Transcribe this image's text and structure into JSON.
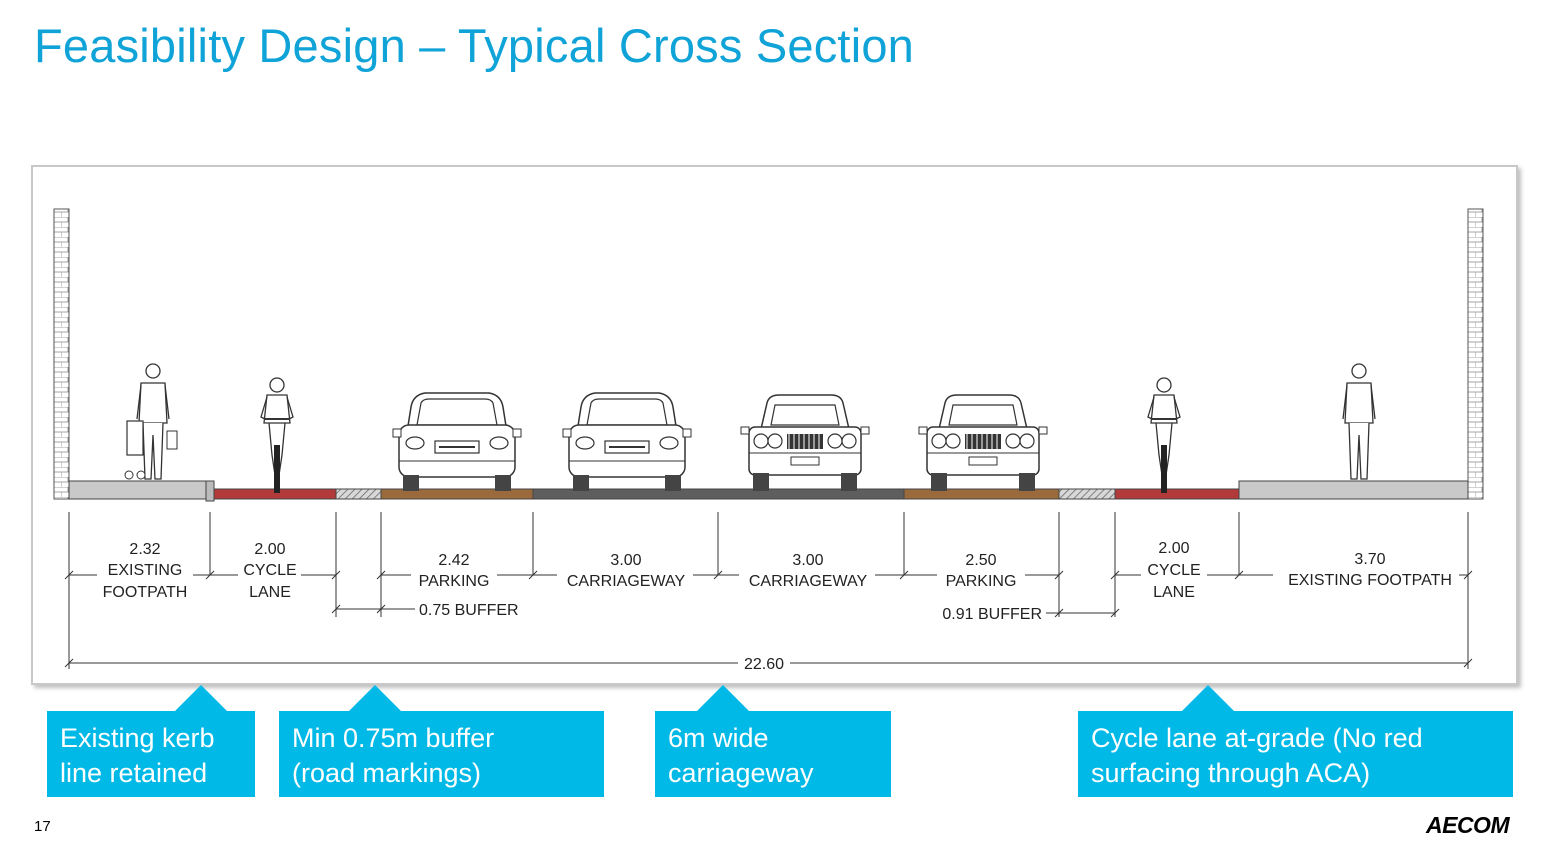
{
  "title": "Feasibility Design – Typical Cross Section",
  "cross_section": {
    "segments": [
      {
        "value": "2.32",
        "line1": "EXISTING",
        "line2": "FOOTPATH"
      },
      {
        "value": "2.00",
        "line1": "CYCLE",
        "line2": "LANE"
      },
      {
        "value": "2.42",
        "line1": "PARKING"
      },
      {
        "value": "3.00",
        "line1": "CARRIAGEWAY"
      },
      {
        "value": "3.00",
        "line1": "CARRIAGEWAY"
      },
      {
        "value": "2.50",
        "line1": "PARKING"
      },
      {
        "value": "2.00",
        "line1": "CYCLE",
        "line2": "LANE"
      },
      {
        "value": "3.70",
        "line1": "EXISTING FOOTPATH"
      }
    ],
    "buffer_left": "0.75 BUFFER",
    "buffer_right": "0.91 BUFFER",
    "total": "22.60",
    "colors": {
      "footpath": "#c9c9c9",
      "cycle_lane": "#b33a3a",
      "parking": "#9b6a3c",
      "carriageway": "#5e5e5e",
      "buffer": "#9a9a9a"
    }
  },
  "callouts": [
    {
      "line1": "Existing kerb",
      "line2": "line retained"
    },
    {
      "line1": "Min 0.75m buffer",
      "line2": "(road markings)"
    },
    {
      "line1": "6m wide",
      "line2": "carriageway"
    },
    {
      "line1": "Cycle lane at-grade (No red",
      "line2": "surfacing through ACA)"
    }
  ],
  "footer": {
    "page_number": "17",
    "logo": "AECOM"
  }
}
